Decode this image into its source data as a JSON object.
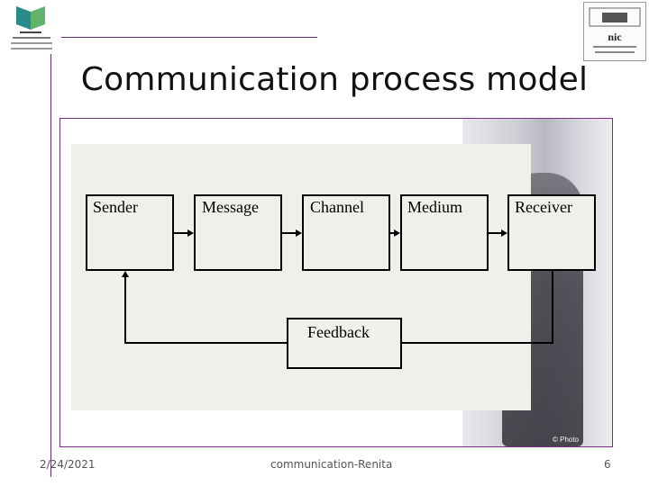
{
  "header": {
    "title": "Communication process model",
    "left_logo_icon": "university-logo-icon",
    "right_logo_icon": "college-emblem-icon"
  },
  "diagram": {
    "nodes": [
      {
        "id": "sender",
        "label": "Sender"
      },
      {
        "id": "message",
        "label": "Message"
      },
      {
        "id": "channel",
        "label": "Channel"
      },
      {
        "id": "medium",
        "label": "Medium"
      },
      {
        "id": "receiver",
        "label": "Receiver"
      },
      {
        "id": "feedback",
        "label": "Feedback"
      }
    ],
    "edges": [
      {
        "from": "Sender",
        "to": "Message"
      },
      {
        "from": "Message",
        "to": "Channel"
      },
      {
        "from": "Channel",
        "to": "Medium"
      },
      {
        "from": "Medium",
        "to": "Receiver"
      },
      {
        "from": "Receiver",
        "to": "Feedback"
      },
      {
        "from": "Feedback",
        "to": "Sender"
      }
    ]
  },
  "photo": {
    "credit": "© Photo"
  },
  "footer": {
    "date": "2/24/2021",
    "center": "communication-Renita",
    "page_number": "6"
  },
  "colors": {
    "accent": "#7a2d84",
    "panel": "#f0efea"
  }
}
